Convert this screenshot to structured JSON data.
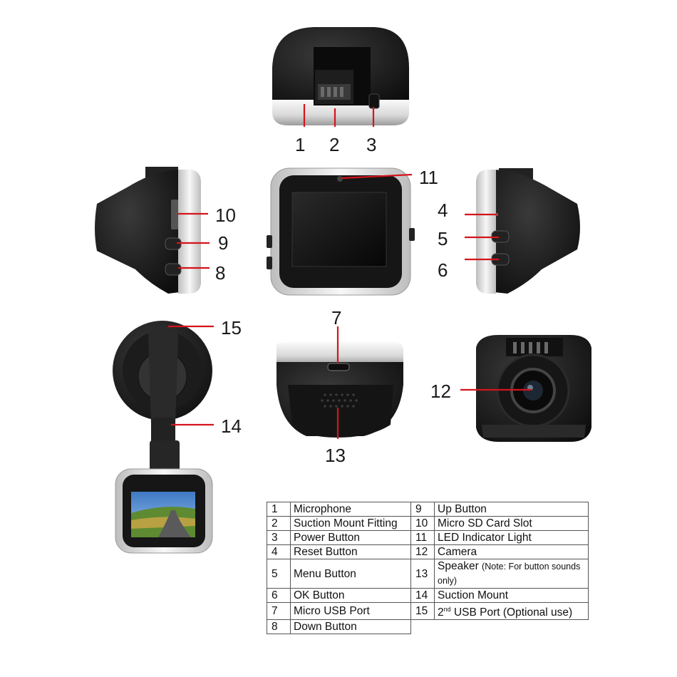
{
  "callouts": [
    "1",
    "2",
    "3",
    "4",
    "5",
    "6",
    "7",
    "8",
    "9",
    "10",
    "11",
    "12",
    "13",
    "14",
    "15"
  ],
  "legend": {
    "rows": [
      {
        "left": {
          "n": "1",
          "label": "Microphone"
        },
        "right": {
          "n": "9",
          "label": "Up Button"
        }
      },
      {
        "left": {
          "n": "2",
          "label": "Suction Mount Fitting"
        },
        "right": {
          "n": "10",
          "label": "Micro SD Card Slot"
        }
      },
      {
        "left": {
          "n": "3",
          "label": "Power Button"
        },
        "right": {
          "n": "11",
          "label": "LED Indicator Light"
        }
      },
      {
        "left": {
          "n": "4",
          "label": "Reset Button"
        },
        "right": {
          "n": "12",
          "label": "Camera"
        }
      },
      {
        "left": {
          "n": "5",
          "label": "Menu Button"
        },
        "right": {
          "n": "13",
          "label": "Speaker",
          "note": "(Note: For button sounds only)"
        }
      },
      {
        "left": {
          "n": "6",
          "label": "OK Button"
        },
        "right": {
          "n": "14",
          "label": "Suction Mount"
        }
      },
      {
        "left": {
          "n": "7",
          "label": "Micro USB Port"
        },
        "right": {
          "n": "15",
          "label_pre": "2",
          "label_sup": "nd",
          "label_post": " USB Port (Optional use)"
        }
      },
      {
        "left": {
          "n": "8",
          "label": "Down Button"
        }
      }
    ]
  },
  "colors": {
    "leader": "#d4141c",
    "body": "#1b1b1b",
    "trim": "#e9e9e9"
  }
}
